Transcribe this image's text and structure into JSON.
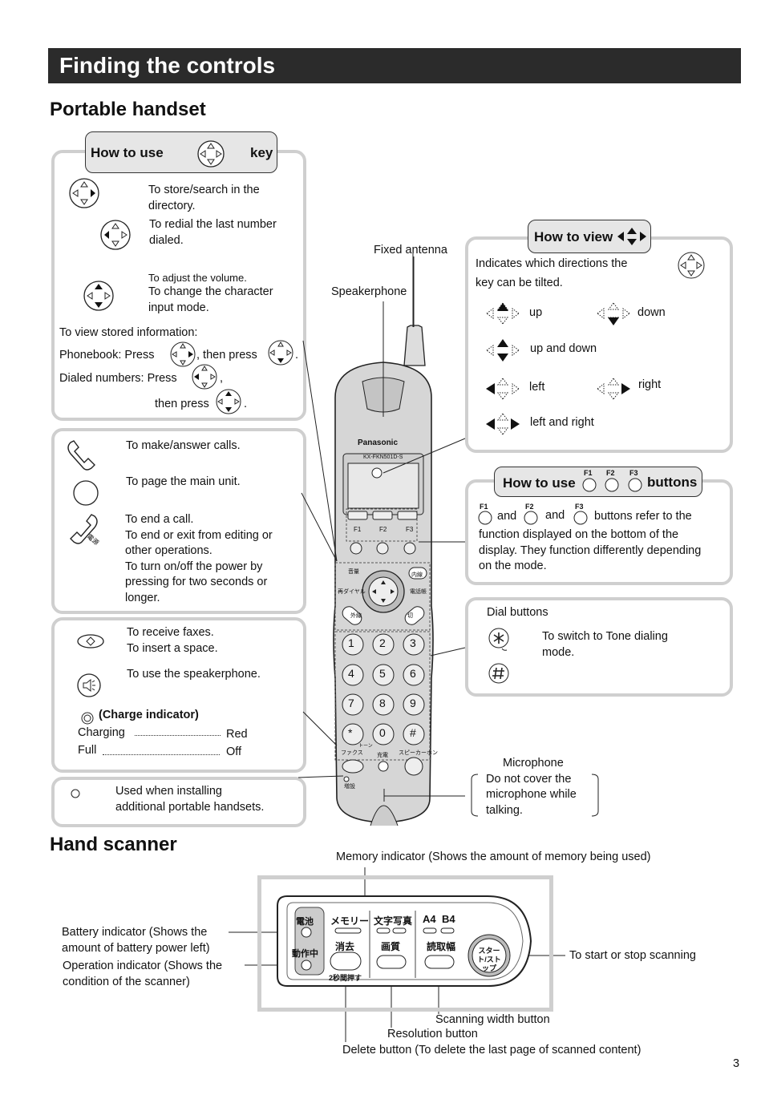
{
  "header": {
    "title": "Finding the controls"
  },
  "sections": {
    "handset": "Portable handset",
    "scanner": "Hand scanner"
  },
  "howto_key": {
    "title_left": "How to use",
    "title_right": "key",
    "store": [
      "To store/search in the",
      "directory."
    ],
    "redial": [
      "To redial the last number",
      "dialed."
    ],
    "volume_small": "To adjust the volume.",
    "volume": [
      "To change the character",
      "input mode."
    ],
    "view_stored": "To view stored information:",
    "phonebook_a": "Phonebook: Press",
    "phonebook_b": ", then press",
    "phonebook_c": ".",
    "dialed_a": "Dialed numbers: Press",
    "dialed_b": ",",
    "then_a": "then press",
    "then_b": "."
  },
  "calls": {
    "make": "To make/answer calls.",
    "page": "To page the main unit.",
    "end": [
      "To end a call.",
      "To end or exit from editing or",
      "other operations.",
      "To turn on/off the power by",
      "pressing for two seconds or",
      "longer."
    ]
  },
  "fax": {
    "receive": [
      "To receive faxes.",
      "To insert a space."
    ],
    "speaker": "To use the speakerphone.",
    "charge_title": "(Charge indicator)",
    "charging": "Charging",
    "red": "Red",
    "full": "Full",
    "off": "Off"
  },
  "install": [
    "Used when installing",
    "additional portable handsets."
  ],
  "labels": {
    "fixed_antenna": "Fixed antenna",
    "speakerphone": "Speakerphone",
    "microphone": [
      "Microphone",
      "Do not cover the",
      "microphone while",
      "talking."
    ]
  },
  "howto_view": {
    "title": "How to view",
    "desc": [
      "Indicates which directions the",
      "key can be tilted."
    ],
    "up": "up",
    "down": "down",
    "updown": "up and down",
    "left": "left",
    "right": "right",
    "leftright": "left and right"
  },
  "fbuttons": {
    "title_left": "How to use",
    "title_right": "buttons",
    "f1": "F1",
    "f2": "F2",
    "f3": "F3",
    "and": "and",
    "refer": "buttons refer to the",
    "desc": [
      "function displayed on the bottom of the",
      "display. They function differently depending",
      "on the mode."
    ]
  },
  "dial": {
    "title": "Dial buttons",
    "tone": [
      "To switch to Tone dialing",
      "mode."
    ]
  },
  "phone": {
    "brand": "Panasonic",
    "model": "KX-FKN501D-S",
    "f1": "F1",
    "f2": "F2",
    "f3": "F3",
    "vol": "音量",
    "redial": "再ダイヤル",
    "book": "電話帳",
    "intercom": "内線",
    "outside": "外線",
    "off": "切",
    "keys": [
      "1",
      "2",
      "3",
      "4",
      "5",
      "6",
      "7",
      "8",
      "9",
      "*",
      "0",
      "#"
    ],
    "fax": "ファクス",
    "charge": "充電",
    "speaker": "スピーカーホン",
    "add": "増設",
    "tone": "トーン"
  },
  "scanner": {
    "memory_label": "Memory indicator (Shows the amount of memory being used)",
    "battery_label": [
      "Battery indicator (Shows the",
      "amount of battery power left)"
    ],
    "operation_label": [
      "Operation indicator (Shows the",
      "condition of the scanner)"
    ],
    "start_label": "To start or stop scanning",
    "width_label": "Scanning width button",
    "resolution_label": "Resolution button",
    "delete_label": "Delete button (To delete the last page of scanned content)",
    "battery": "電池",
    "operation": "動作中",
    "memory": "メモリー",
    "text": "文字",
    "photo": "写真",
    "a4": "A4",
    "b4": "B4",
    "delete": "消去",
    "quality": "画質",
    "width": "読取幅",
    "hold": "2秒間押す",
    "start": "スタート/ストップ"
  },
  "page_number": "3"
}
